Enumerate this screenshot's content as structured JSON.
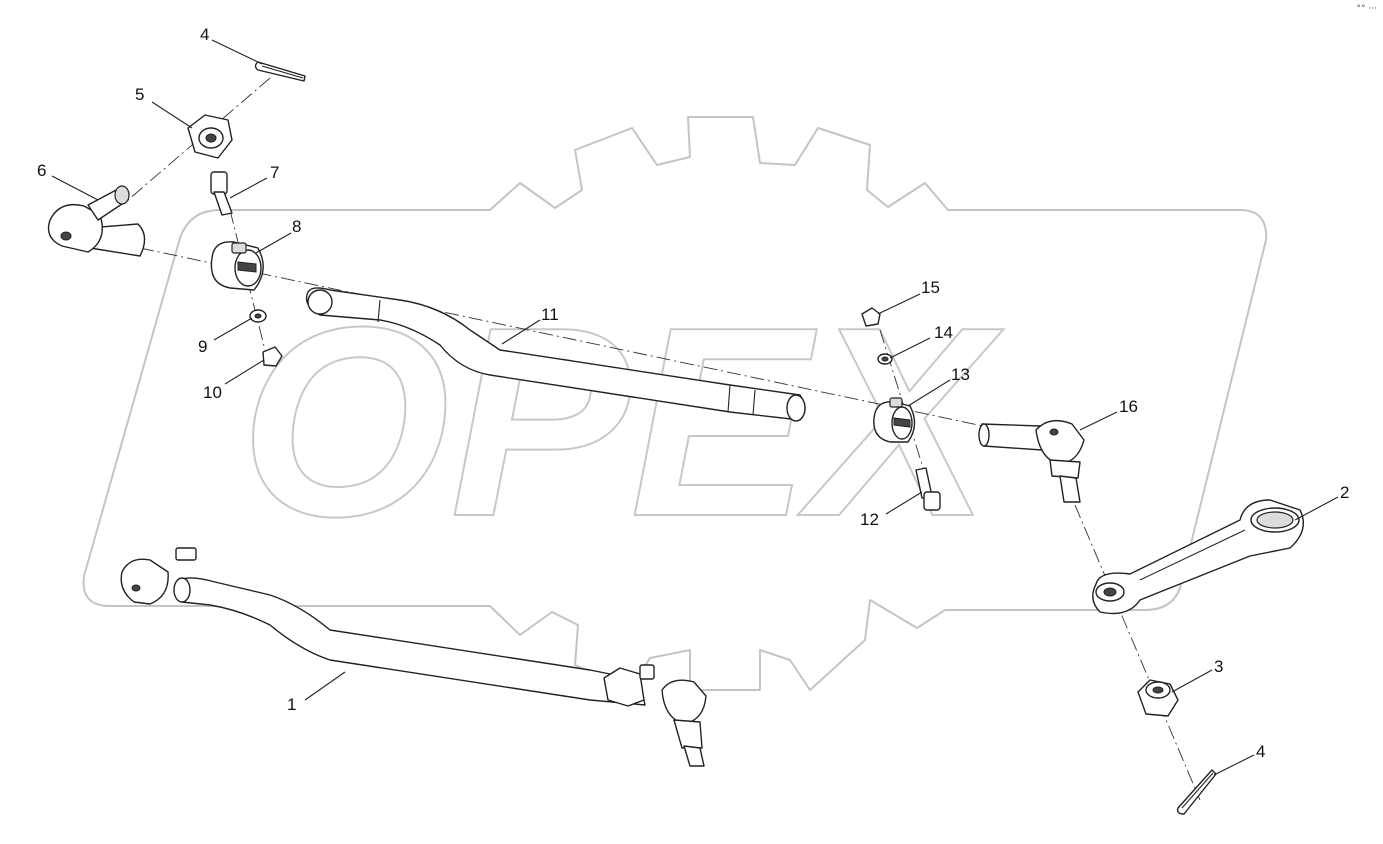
{
  "watermark": {
    "text": "OPEX"
  },
  "corner_mark": "°° ···",
  "callouts": [
    {
      "id": "c1",
      "label": "1"
    },
    {
      "id": "c2",
      "label": "2"
    },
    {
      "id": "c3",
      "label": "3"
    },
    {
      "id": "c4a",
      "label": "4"
    },
    {
      "id": "c4b",
      "label": "4"
    },
    {
      "id": "c5",
      "label": "5"
    },
    {
      "id": "c6",
      "label": "6"
    },
    {
      "id": "c7",
      "label": "7"
    },
    {
      "id": "c8",
      "label": "8"
    },
    {
      "id": "c9",
      "label": "9"
    },
    {
      "id": "c10",
      "label": "10"
    },
    {
      "id": "c11",
      "label": "11"
    },
    {
      "id": "c12",
      "label": "12"
    },
    {
      "id": "c13",
      "label": "13"
    },
    {
      "id": "c14",
      "label": "14"
    },
    {
      "id": "c15",
      "label": "15"
    },
    {
      "id": "c16",
      "label": "16"
    }
  ]
}
